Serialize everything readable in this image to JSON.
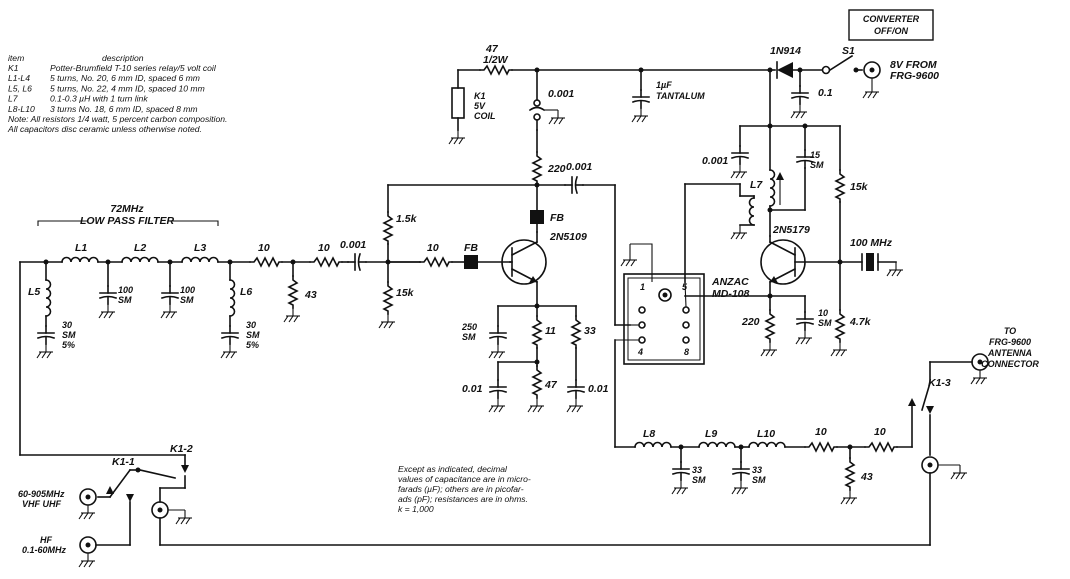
{
  "converter_box": [
    "CONVERTER",
    "OFF/ON"
  ],
  "parts_list": {
    "header_item": "item",
    "header_description": "description",
    "rows": [
      {
        "item": "K1",
        "description": "Potter-Brumfield T-10 series relay/5 volt coil"
      },
      {
        "item": "L1-L4",
        "description": "5 turns, No. 20, 6 mm ID, spaced 6 mm"
      },
      {
        "item": "L5, L6",
        "description": "5 turns, No. 22, 4 mm ID, spaced 10 mm"
      },
      {
        "item": "L7",
        "description": "0.1-0.3 µH with 1 turn link"
      },
      {
        "item": "L8-L10",
        "description": "3 turns No. 18, 6 mm ID, spaced 8 mm"
      }
    ],
    "notes": [
      "Note: All resistors 1/4 watt, 5 percent carbon composition.",
      "All capacitors disc ceramic unless otherwise noted."
    ]
  },
  "filter_label": [
    "72MHz",
    "LOW PASS FILTER"
  ],
  "footnote": [
    "Except as indicated, decimal",
    "values of capacitance are in micro-",
    "farads (µF); others are in picofar-",
    "ads (pF); resistances are in ohms.",
    "k = 1,000"
  ],
  "labels": {
    "L1": "L1",
    "L2": "L2",
    "L3": "L3",
    "L5": "L5",
    "L6": "L6",
    "C100a": [
      "100",
      "SM"
    ],
    "C100b": [
      "100",
      "SM"
    ],
    "C30a": [
      "30",
      "SM",
      "5%"
    ],
    "C30b": [
      "30",
      "SM",
      "5%"
    ],
    "R10a": "10",
    "R10b": "10",
    "R43a": "43",
    "C001in": "0.001",
    "R10c": "10",
    "R1k5": "1.5k",
    "R15ka": "15k",
    "FBa": "FB",
    "FBb": "FB",
    "Q1": "2N5109",
    "R47top": [
      "47",
      "1/2W"
    ],
    "K1coil": [
      "K1",
      "5V",
      "COIL"
    ],
    "C001top": "0.001",
    "R220a": "220",
    "C001c": "0.001",
    "Ctant": [
      "1µF",
      "TANTALUM"
    ],
    "D1": "1N914",
    "S1": "S1",
    "C01top": "0.1",
    "V8": [
      "8V FROM",
      "FRG-9600"
    ],
    "C001d": "0.001",
    "L7": "L7",
    "C15": [
      "15",
      "SM"
    ],
    "R15kb": "15k",
    "Q2": "2N5179",
    "out100": "100 MHz",
    "R220b": "220",
    "C10": [
      "10",
      "SM"
    ],
    "R4k7": "4.7k",
    "mixer": [
      "ANZAC",
      "MD-108"
    ],
    "mixer_pins": [
      "1",
      "5",
      "4",
      "8"
    ],
    "C250": [
      "250",
      "SM"
    ],
    "R11": "11",
    "R33": "33",
    "C001e": "0.01",
    "C001f": "0.01",
    "R47b": "47",
    "L8": "L8",
    "L9": "L9",
    "L10": "L10",
    "C33a": [
      "33",
      "SM"
    ],
    "C33b": [
      "33",
      "SM"
    ],
    "R10d": "10",
    "R10e": "10",
    "R43b": "43",
    "K13": "K1-3",
    "TO": [
      "TO",
      "FRG-9600",
      "ANTENNA",
      "CONNECTOR"
    ],
    "K11": "K1-1",
    "K12": "K1-2",
    "IN60": [
      "60-905MHz",
      "VHF  UHF"
    ],
    "INHF": [
      "HF",
      "0.1-60MHz"
    ]
  }
}
